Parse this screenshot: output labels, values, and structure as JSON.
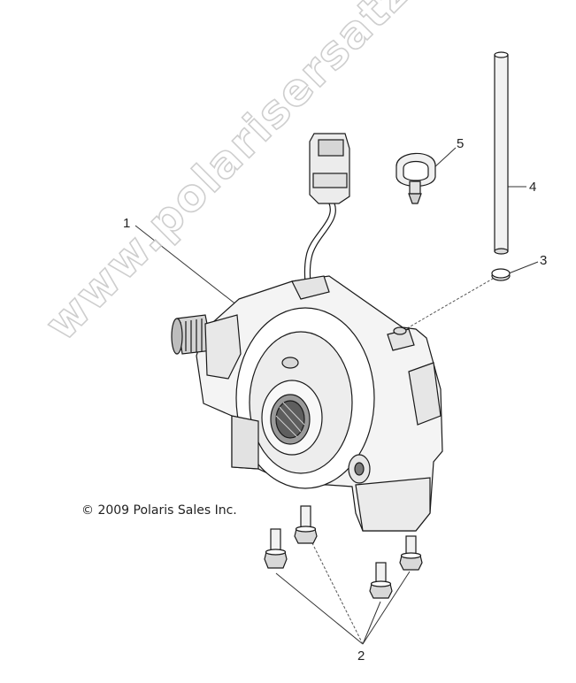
{
  "diagram": {
    "callouts": [
      {
        "id": "1",
        "label": "1"
      },
      {
        "id": "2",
        "label": "2"
      },
      {
        "id": "3",
        "label": "3"
      },
      {
        "id": "4",
        "label": "4"
      },
      {
        "id": "5",
        "label": "5"
      }
    ],
    "copyright": "© 2009 Polaris Sales Inc.",
    "watermark": "www.polarisersatzteile.de",
    "colors": {
      "line": "#1a1a1a",
      "shade": "#8a8a8a",
      "watermark": "#c9c9c9"
    }
  }
}
